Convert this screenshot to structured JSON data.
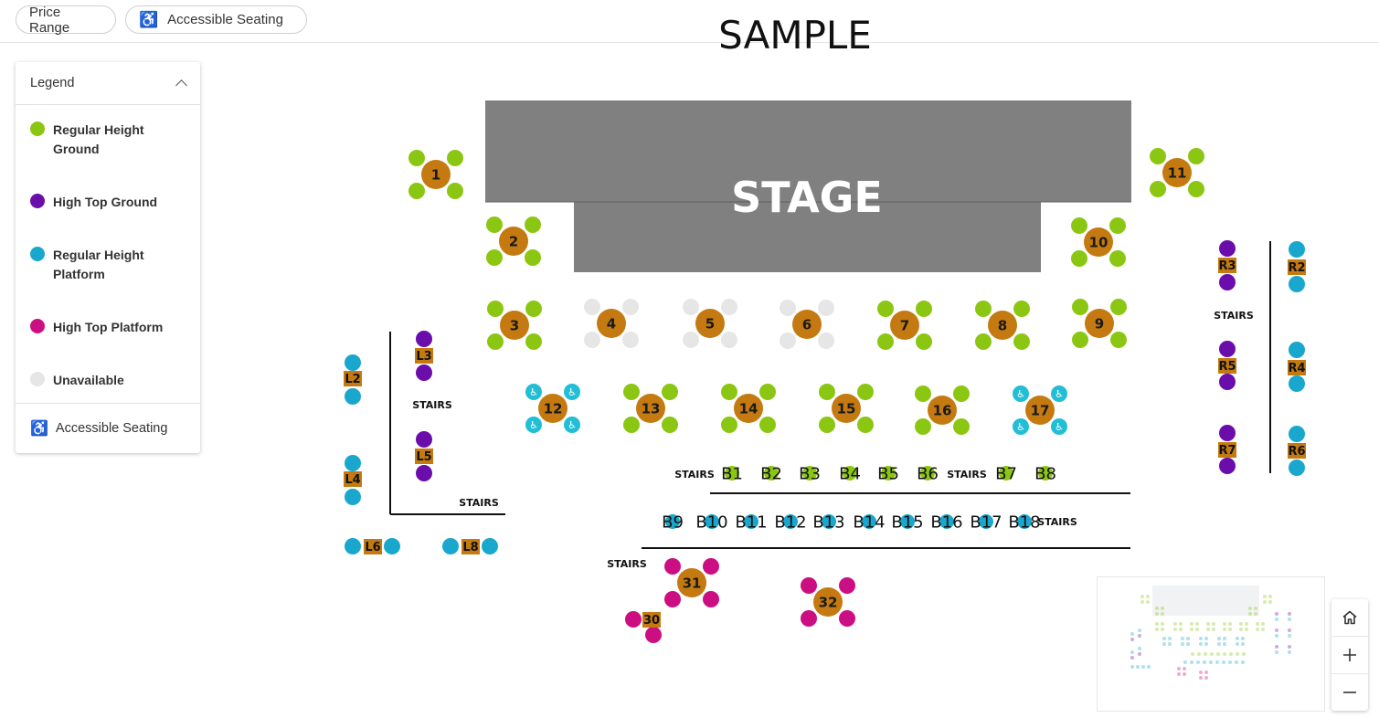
{
  "toolbar": {
    "price_range_label": "Price Range",
    "accessible_label": "Accessible Seating"
  },
  "watermark": "SAMPLE",
  "legend": {
    "title": "Legend",
    "items": [
      {
        "label": "Regular Height Ground",
        "color": "#8bc712"
      },
      {
        "label": "High Top Ground",
        "color": "#6a0dab"
      },
      {
        "label": "Regular Height Platform",
        "color": "#1aa7cd"
      },
      {
        "label": "High Top Platform",
        "color": "#cc0e83"
      },
      {
        "label": "Unavailable",
        "color": "#e6e6e6"
      }
    ],
    "accessible_label": "Accessible Seating"
  },
  "colors": {
    "table": "#c47a10",
    "stage": "#808080",
    "accessible": "#22bed6"
  },
  "map": {
    "stage_label": "STAGE",
    "stairs_label": "STAIRS",
    "tables": [
      "1",
      "2",
      "3",
      "4",
      "5",
      "6",
      "7",
      "8",
      "9",
      "10",
      "11",
      "12",
      "13",
      "14",
      "15",
      "16",
      "17",
      "31",
      "32"
    ],
    "labeled_seats": [
      "L2",
      "L3",
      "L4",
      "L5",
      "L6",
      "L8",
      "R2",
      "R3",
      "R4",
      "R5",
      "R6",
      "R7",
      "30"
    ],
    "bar_row_1": [
      "B1",
      "B2",
      "B3",
      "B4",
      "B5",
      "B6",
      "B7",
      "B8"
    ],
    "bar_row_2": [
      "B9",
      "B10",
      "B11",
      "B12",
      "B13",
      "B14",
      "B15",
      "B16",
      "B17",
      "B18"
    ]
  },
  "icons": {
    "accessible": "wheelchair-icon",
    "legend_toggle": "chevron-up-icon",
    "home": "home-icon",
    "zoom_in": "plus-icon",
    "zoom_out": "minus-icon"
  }
}
